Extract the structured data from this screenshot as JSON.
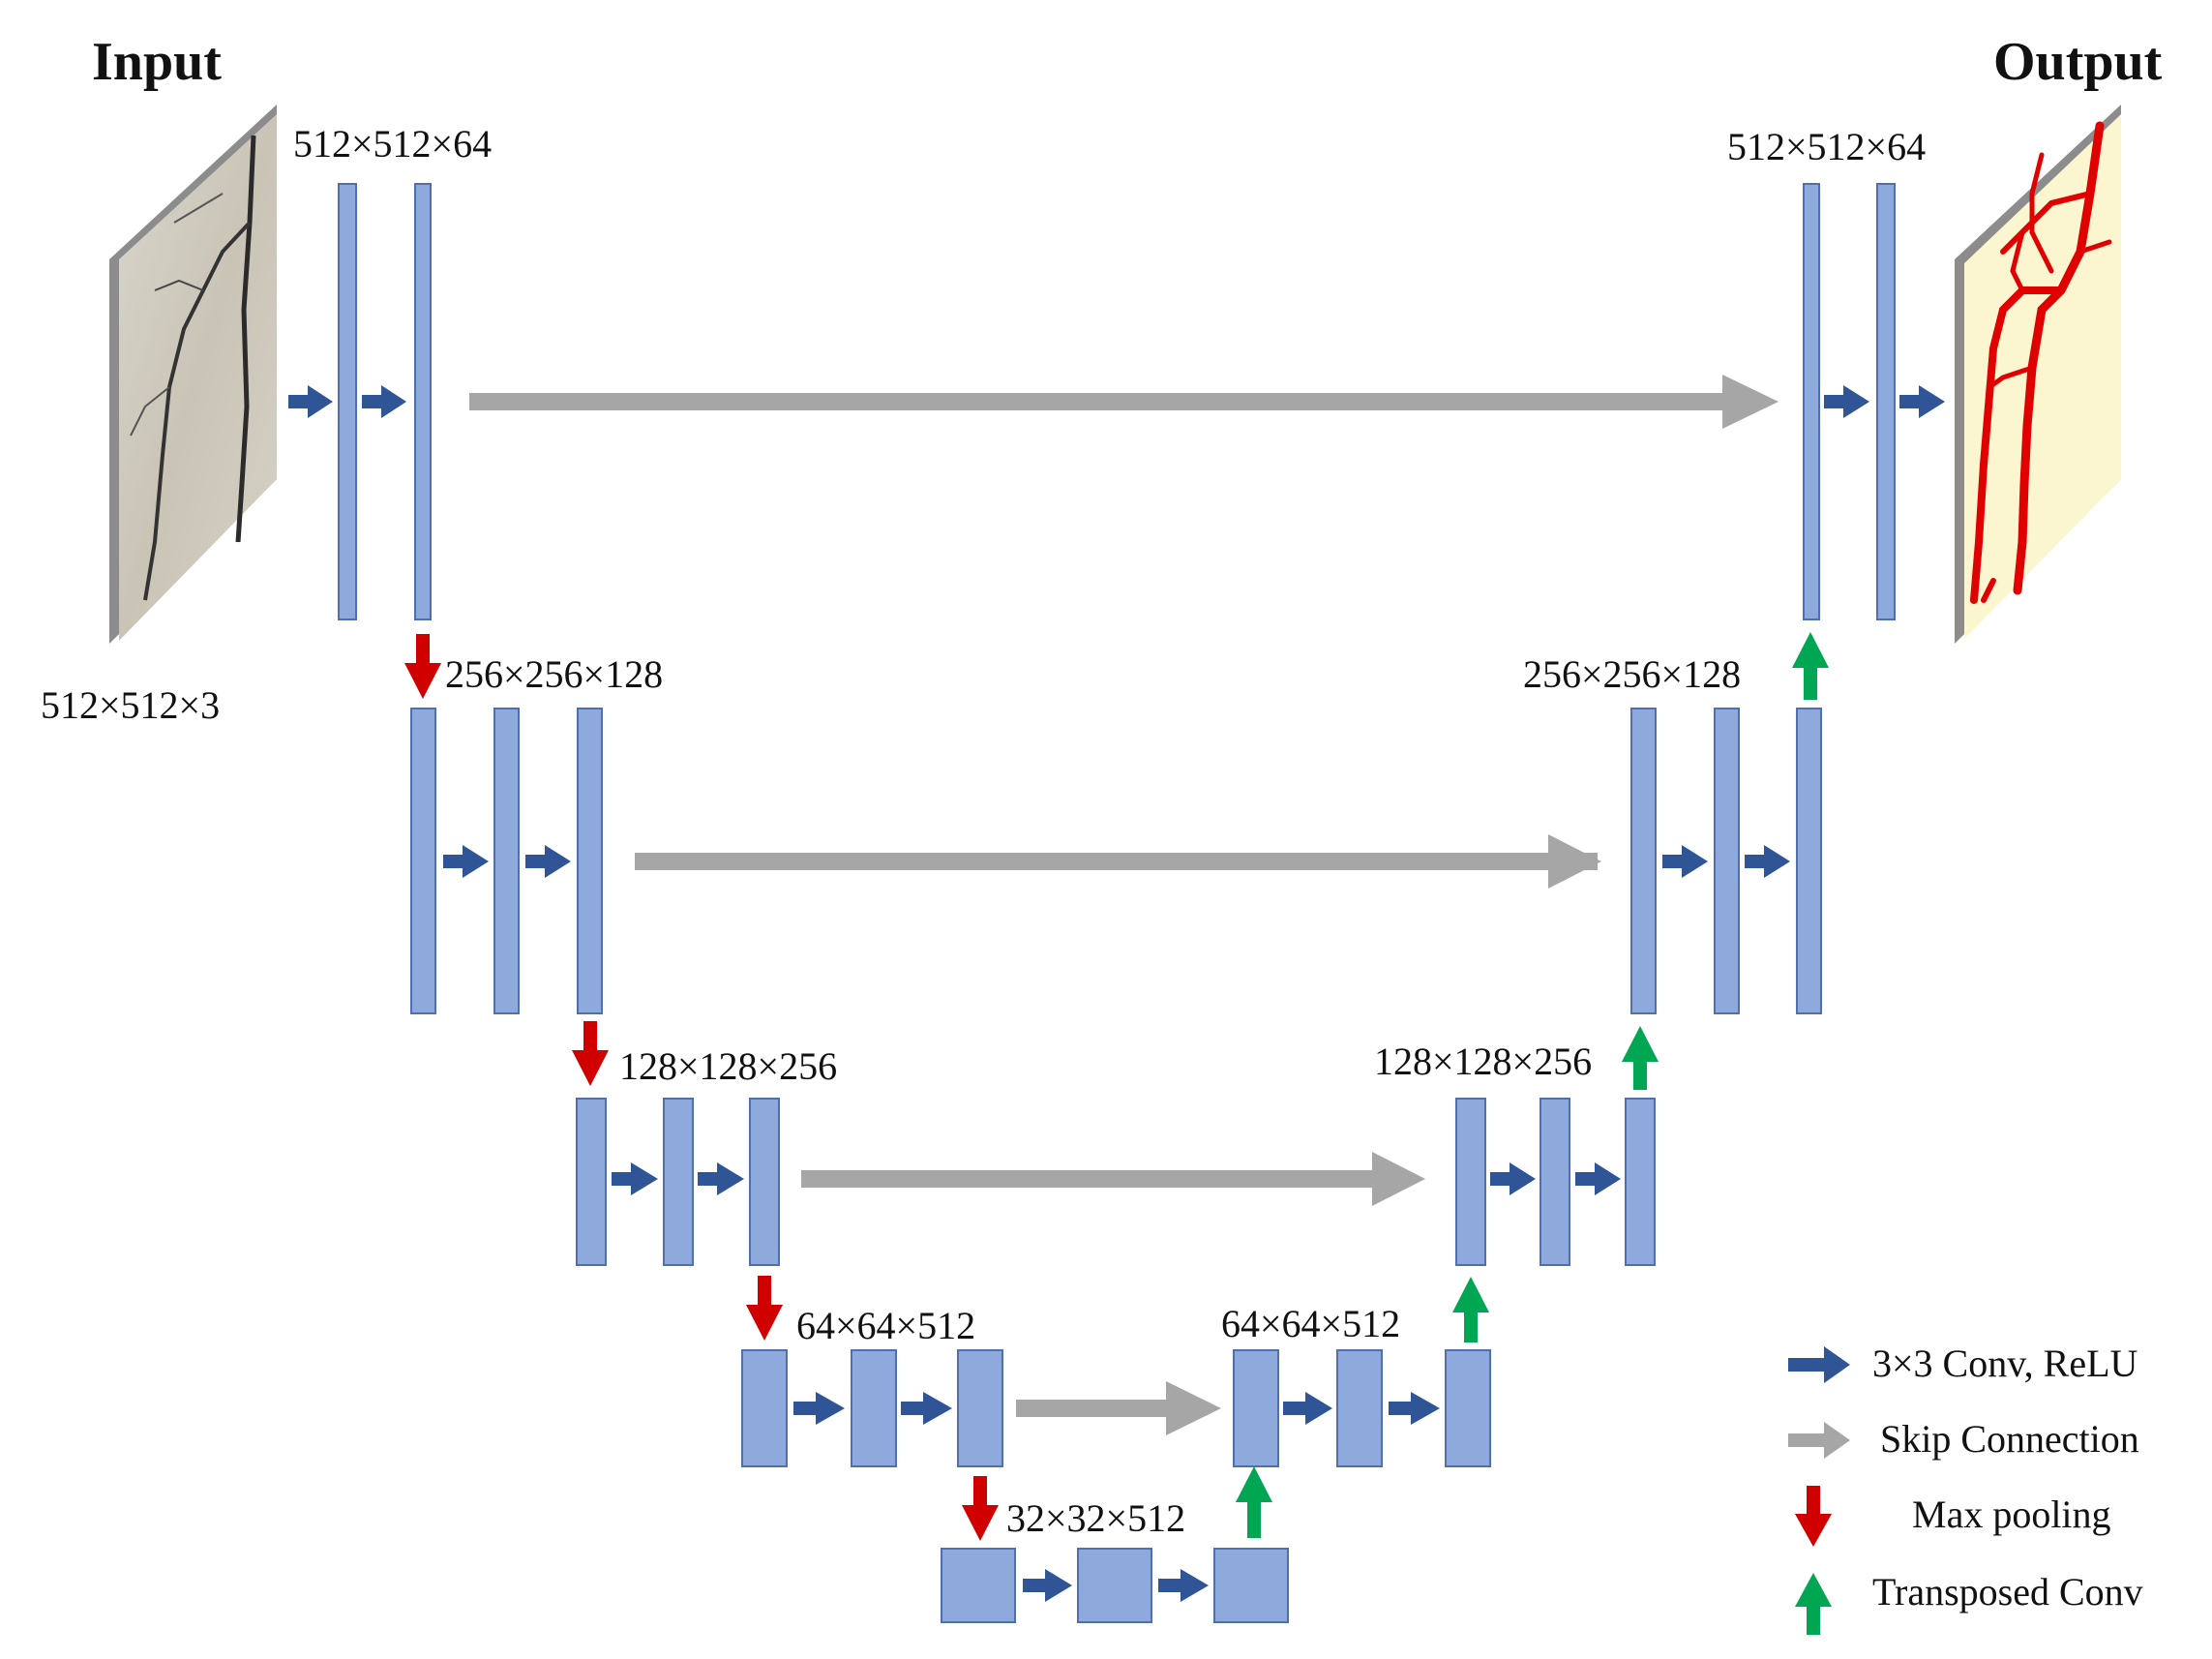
{
  "input": {
    "title": "Input",
    "shape": "512×512×3"
  },
  "output": {
    "title": "Output"
  },
  "levels": {
    "enc1": "512×512×64",
    "enc2": "256×256×128",
    "enc3": "128×128×256",
    "enc4": "64×64×512",
    "bottleneck": "32×32×512",
    "dec4": "64×64×512",
    "dec3": "128×128×256",
    "dec2": "256×256×128",
    "dec1": "512×512×64"
  },
  "legend": {
    "conv": "3×3 Conv, ReLU",
    "skip": "Skip Connection",
    "pool": "Max pooling",
    "upconv": "Transposed Conv"
  },
  "colors": {
    "feature_map": "#8EA9DB",
    "conv_arrow": "#2F5597",
    "skip_arrow": "#A6A6A6",
    "pool_arrow": "#D00000",
    "upconv_arrow": "#00A651",
    "crack_overlay": "#E00000",
    "output_background": "#FBF5D0"
  },
  "icons": {
    "conv": "blue-right-arrow-icon",
    "skip": "gray-right-arrow-icon",
    "pool": "red-down-arrow-icon",
    "upconv": "green-up-arrow-icon"
  }
}
